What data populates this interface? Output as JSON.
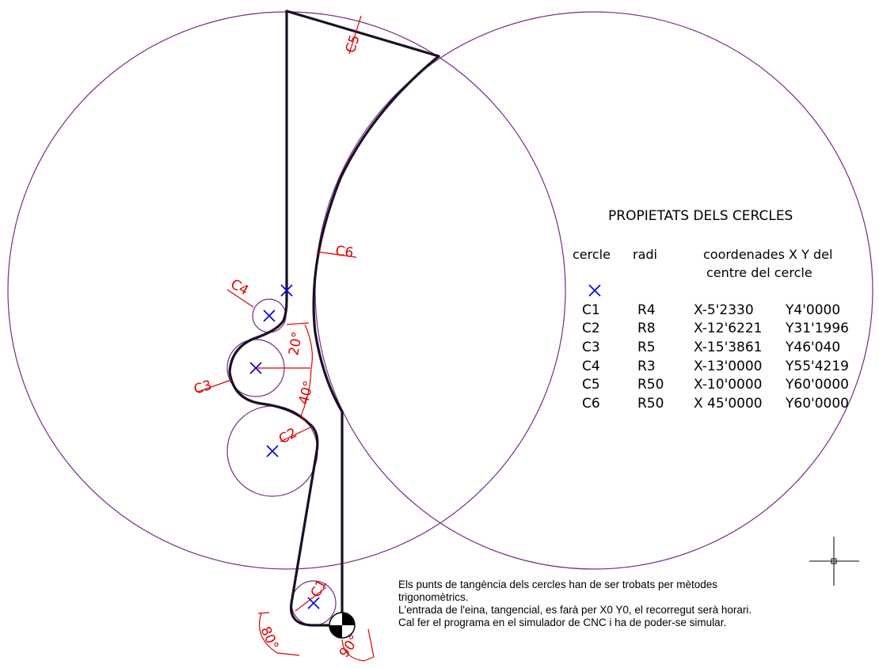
{
  "table": {
    "title": "PROPIETATS DELS CERCLES",
    "headers": {
      "cercle": "cercle",
      "radi": "radi",
      "coords_line1": "coordenades X Y del",
      "coords_line2": "centre del cercle"
    },
    "rows": [
      {
        "cercle": "C1",
        "radi": "R4",
        "x": "X-5'2330",
        "y": "Y4'0000"
      },
      {
        "cercle": "C2",
        "radi": "R8",
        "x": "X-12'6221",
        "y": "Y31'1996"
      },
      {
        "cercle": "C3",
        "radi": "R5",
        "x": "X-15'3861",
        "y": "Y46'040"
      },
      {
        "cercle": "C4",
        "radi": "R3",
        "x": "X-13'0000",
        "y": "Y55'4219"
      },
      {
        "cercle": "C5",
        "radi": "R50",
        "x": "X-10'0000",
        "y": "Y60'0000"
      },
      {
        "cercle": "C6",
        "radi": "R50",
        "x": "X 45'0000",
        "y": "Y60'0000"
      }
    ]
  },
  "labels": {
    "c1": "C1",
    "c2": "C2",
    "c3": "C3",
    "c4": "C4",
    "c5": "C5",
    "c6": "C6",
    "angle_20": "20°",
    "angle_40": "40°",
    "angle_80": "80°",
    "angle_90": "90°"
  },
  "notes": [
    "Els punts de tangència dels cercles han de ser trobats per mètodes",
    "trigonomètrics.",
    "L'entrada de l'eina, tangencial, es farà per X0 Y0, el recorregut serà horari.",
    "Cal fer el programa en el simulador de CNC i ha de poder-se simular."
  ],
  "colors": {
    "circle": "#7a2a8c",
    "profile": "#1a0f24",
    "center_mark": "#0000dd",
    "dimension": "#e00000"
  }
}
